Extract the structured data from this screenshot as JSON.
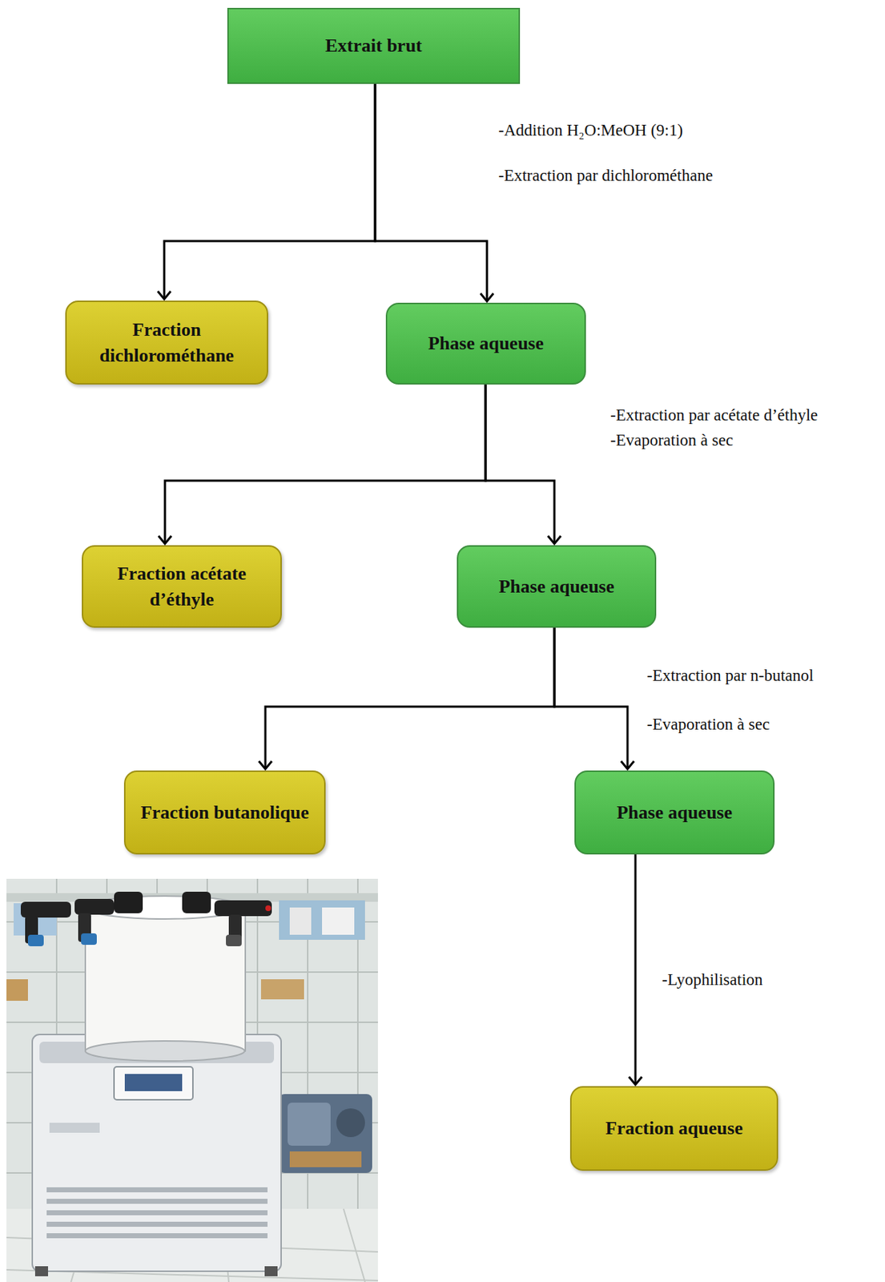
{
  "diagram": {
    "nodes": [
      {
        "text": [
          "Extrait brut"
        ]
      },
      {
        "text": [
          "Fraction dichlorométhane"
        ]
      },
      {
        "text": [
          "Phase aqueuse"
        ]
      },
      {
        "text": [
          "Fraction acétate d’éthyle"
        ]
      },
      {
        "text": [
          "Phase aqueuse"
        ]
      },
      {
        "text": [
          "Fraction butanolique"
        ]
      },
      {
        "text": [
          "Phase aqueuse"
        ]
      },
      {
        "text": [
          "Fraction aqueuse"
        ]
      }
    ],
    "edges": [
      {
        "from": 0,
        "to": 1,
        "arrow": "to"
      },
      {
        "from": 0,
        "to": 2,
        "arrow": "to"
      },
      {
        "from": 2,
        "to": 3,
        "arrow": "to"
      },
      {
        "from": 2,
        "to": 4,
        "arrow": "to"
      },
      {
        "from": 4,
        "to": 5,
        "arrow": "to"
      },
      {
        "from": 4,
        "to": 6,
        "arrow": "to"
      },
      {
        "from": 6,
        "to": 7,
        "arrow": "to"
      }
    ],
    "labels": [
      "-Addition H₂O:MeOH (9:1)",
      "-Extraction par dichlorométhane",
      "-Extraction par acétate d’éthyle",
      "-Evaporation à sec",
      "-Extraction par n-butanol",
      "-Evaporation à sec",
      "-Lyophilisation"
    ]
  }
}
